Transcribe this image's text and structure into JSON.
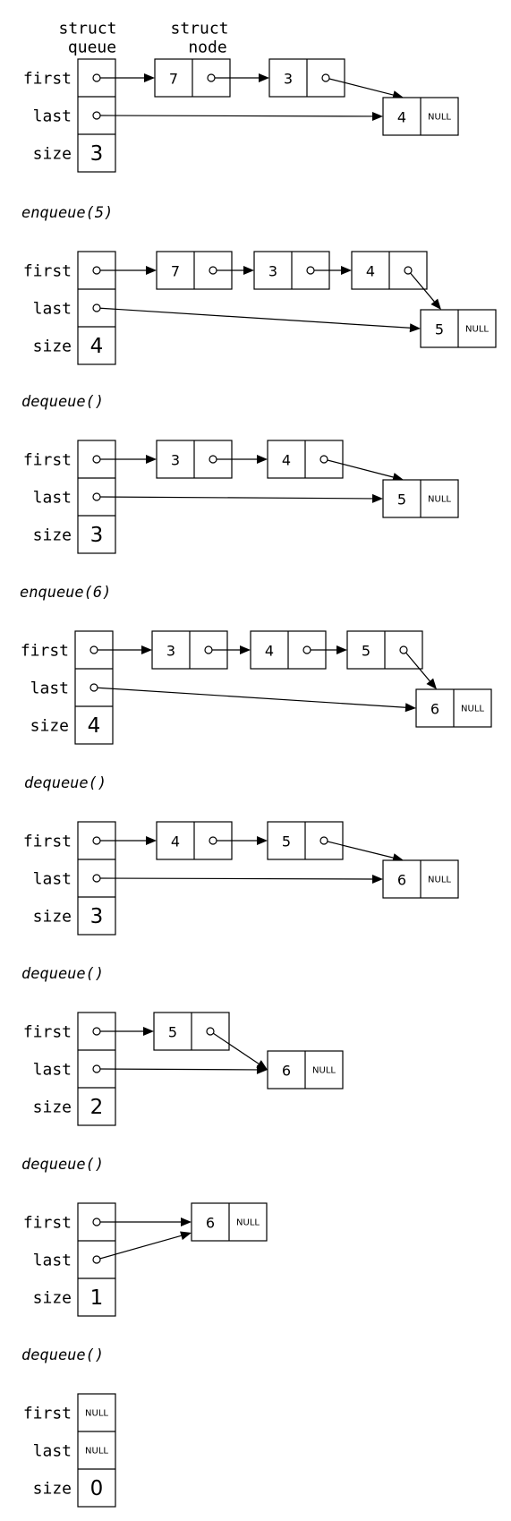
{
  "headers": {
    "queue_struct": [
      "struct",
      "queue"
    ],
    "node_struct": [
      "struct",
      "node"
    ]
  },
  "field_labels": {
    "first": "first",
    "last": "last",
    "size": "size"
  },
  "null_text": "NULL",
  "steps": [
    {
      "caption": "",
      "size": "3",
      "first_null": false,
      "last_null": false,
      "nodes": [
        "7",
        "3",
        "4"
      ]
    },
    {
      "caption": "enqueue(5)",
      "size": "4",
      "first_null": false,
      "last_null": false,
      "nodes": [
        "7",
        "3",
        "4",
        "5"
      ]
    },
    {
      "caption": "dequeue()",
      "size": "3",
      "first_null": false,
      "last_null": false,
      "nodes": [
        "3",
        "4",
        "5"
      ]
    },
    {
      "caption": "enqueue(6)",
      "size": "4",
      "first_null": false,
      "last_null": false,
      "nodes": [
        "3",
        "4",
        "5",
        "6"
      ]
    },
    {
      "caption": "dequeue()",
      "size": "3",
      "first_null": false,
      "last_null": false,
      "nodes": [
        "4",
        "5",
        "6"
      ]
    },
    {
      "caption": "dequeue()",
      "size": "2",
      "first_null": false,
      "last_null": false,
      "nodes": [
        "5",
        "6"
      ]
    },
    {
      "caption": "dequeue()",
      "size": "1",
      "first_null": false,
      "last_null": false,
      "nodes": [
        "6"
      ]
    },
    {
      "caption": "dequeue()",
      "size": "0",
      "first_null": true,
      "last_null": true,
      "nodes": []
    }
  ]
}
